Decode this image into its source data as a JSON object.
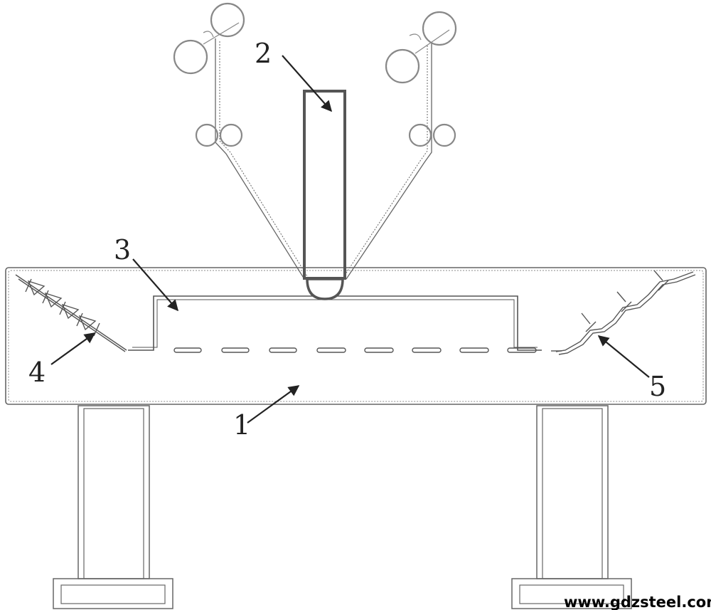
{
  "diagram": {
    "labels": {
      "table": "1",
      "punch": "2",
      "die_block": "3",
      "left_spring": "4",
      "right_spring": "5"
    },
    "watermark": "www.gdzsteel.com"
  },
  "colors": {
    "line": "#555555",
    "punch": "#555555",
    "roller": "#888888",
    "arrow": "#222222"
  }
}
